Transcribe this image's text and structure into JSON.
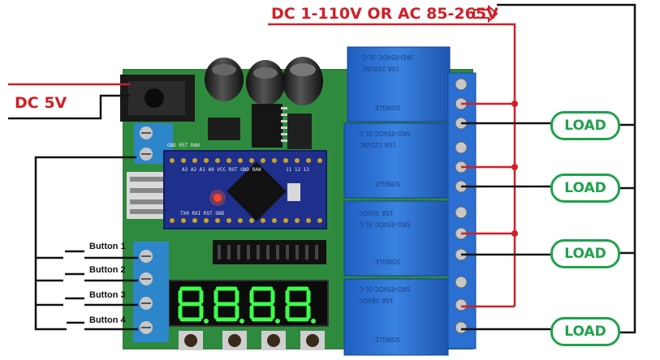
{
  "power": {
    "ac_label": "DC 1-110V OR AC 85-265V",
    "dc_label": "DC 5V"
  },
  "buttons": [
    "Button 1",
    "Button 2",
    "Button 3",
    "Button 4"
  ],
  "loads": [
    "LOAD",
    "LOAD",
    "LOAD",
    "LOAD"
  ],
  "relay": {
    "model": "SRD-05VDC-SL-C",
    "brand": "SONGLE",
    "ratings": [
      "10A 250VAC",
      "10A 125VAC",
      "10A 30VDC",
      "10A 28VDC"
    ]
  },
  "arduino_pins": {
    "top": "GND RST RAW",
    "top2": "A3 A2 A1 A0 VCC RST GND RAW",
    "side": "11 12 13",
    "bottom": "TX0 RXI RST GND"
  },
  "display": "8.8.8.8",
  "colors": {
    "pcb_green": "#2e8b3e",
    "relay_blue": "#2a6fd1",
    "terminal_blue": "#2d86c9",
    "wire_red": "#d11f26",
    "load_green": "#1fa24a",
    "led_green": "#3cff4a"
  }
}
